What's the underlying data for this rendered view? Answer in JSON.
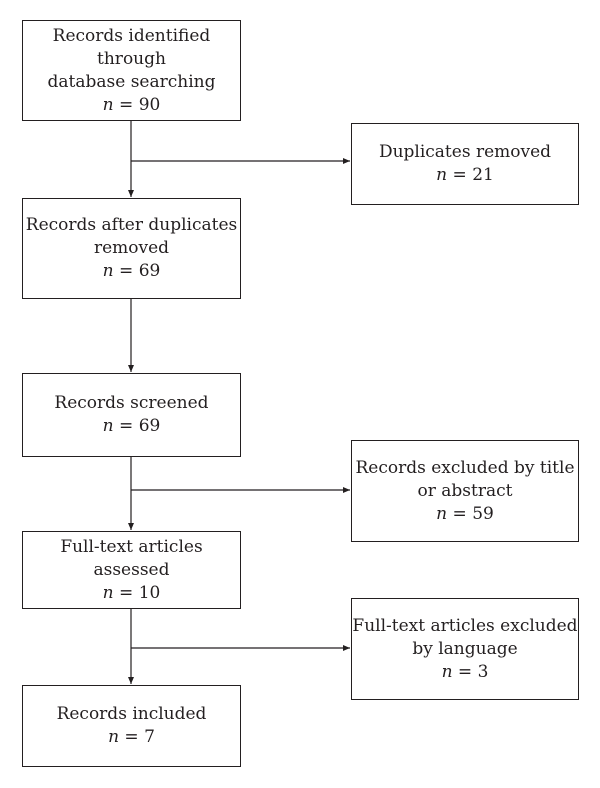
{
  "flow": {
    "identified": {
      "label_line1": "Records identified through",
      "label_line2": "database searching",
      "n_var": "n",
      "n_value": "90"
    },
    "after_duplicates": {
      "label_line1": "Records after duplicates",
      "label_line2": "removed",
      "n_var": "n",
      "n_value": "69"
    },
    "screened": {
      "label_line1": "Records screened",
      "n_var": "n",
      "n_value": "69"
    },
    "assessed": {
      "label_line1": "Full-text articles assessed",
      "n_var": "n",
      "n_value": "10"
    },
    "included": {
      "label_line1": "Records included",
      "n_var": "n",
      "n_value": "7"
    }
  },
  "exclusions": {
    "duplicates": {
      "label_line1": "Duplicates removed",
      "n_var": "n",
      "n_value": "21"
    },
    "title_abstract": {
      "label_line1": "Records excluded by title",
      "label_line2": "or abstract",
      "n_var": "n",
      "n_value": "59"
    },
    "language": {
      "label_line1": "Full-text articles excluded",
      "label_line2": "by language",
      "n_var": "n",
      "n_value": "3"
    }
  }
}
